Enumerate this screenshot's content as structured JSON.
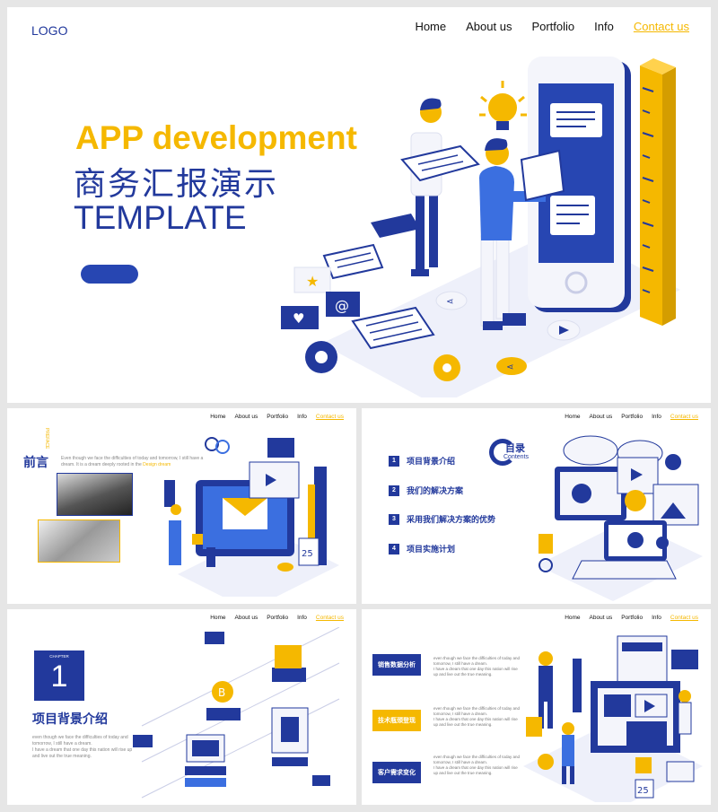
{
  "nav": {
    "logo": "LOGO",
    "items": [
      "Home",
      "About us",
      "Portfolio",
      "Info",
      "Contact us"
    ]
  },
  "hero": {
    "title_en": "APP development",
    "title_cn": "商务汇报演示",
    "title_tpl": "TEMPLATE"
  },
  "preface": {
    "title": "前言",
    "vertical": "PREFACE",
    "text": "Even though we face the difficulties of today and tomorrow, I still have a dream. It is a dream deeply rooted in the",
    "highlight": "Design dream"
  },
  "contents": {
    "label_cn": "目录",
    "label_en": "Contents",
    "items": [
      {
        "num": "1",
        "label": "项目背景介绍"
      },
      {
        "num": "2",
        "label": "我们的解决方案"
      },
      {
        "num": "3",
        "label": "采用我们解决方案的优势"
      },
      {
        "num": "4",
        "label": "项目实施计划"
      }
    ]
  },
  "chapter": {
    "label": "CHAPTER",
    "num": "1",
    "title": "项目背景介绍",
    "text1": "even though we face the difficulties of today and tomorrow, I still have a dream.",
    "text2": "I have a dream that one day this nation will rise up and live out the true meaning."
  },
  "analysis": {
    "items": [
      {
        "label": "销售数据分析",
        "color": "#22399c"
      },
      {
        "label": "技术瓶颈登现",
        "color": "#f5b800"
      },
      {
        "label": "客户需求变化",
        "color": "#22399c"
      }
    ],
    "desc1": "even though we face the difficulties of today and tomorrow, I still have a dream.",
    "desc2": "I have a dream that one day this nation will rise up and live out the true meaning."
  },
  "colors": {
    "brand": "#22399c",
    "accent": "#f5b800"
  }
}
